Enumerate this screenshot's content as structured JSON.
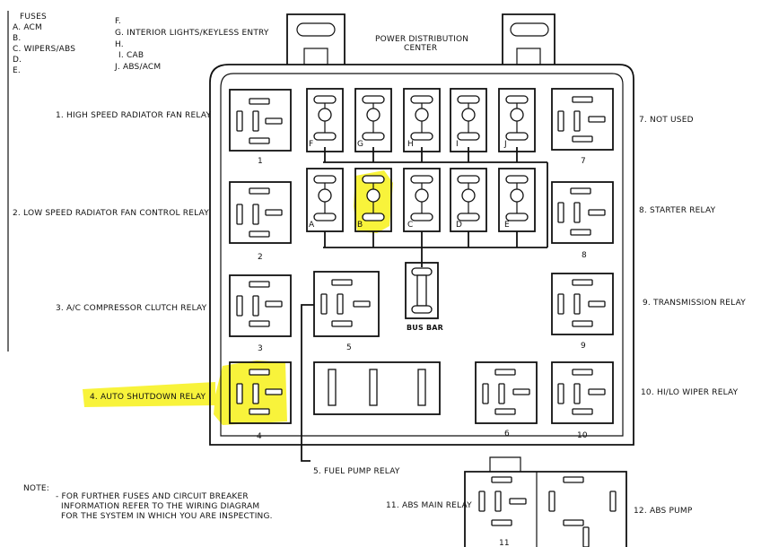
{
  "header": {
    "center_title_line1": "POWER DISTRIBUTION",
    "center_title_line2": "CENTER"
  },
  "fuses": {
    "title": "FUSES",
    "left": [
      "A. ACM",
      "B.",
      "C. WIPERS/ABS",
      "D.",
      "E."
    ],
    "right": [
      "F.",
      "G. INTERIOR LIGHTS/KEYLESS ENTRY",
      "H.",
      "I. CAB",
      "J. ABS/ACM"
    ]
  },
  "fuse_letters": {
    "top": [
      "F",
      "G",
      "H",
      "I",
      "J"
    ],
    "middle": [
      "A",
      "B",
      "C",
      "D",
      "E"
    ]
  },
  "relay_numbers": [
    "1",
    "2",
    "3",
    "4",
    "5",
    "6",
    "7",
    "8",
    "9",
    "10",
    "11"
  ],
  "relay_labels": {
    "r1": "1. HIGH SPEED RADIATOR FAN RELAY",
    "r2": "2. LOW SPEED RADIATOR FAN CONTROL RELAY",
    "r3": "3. A/C COMPRESSOR CLUTCH RELAY",
    "r4": "4. AUTO SHUTDOWN RELAY",
    "r5": "5. FUEL PUMP RELAY",
    "r7": "7. NOT USED",
    "r8": "8. STARTER RELAY",
    "r9": "9. TRANSMISSION RELAY",
    "r10": "10. HI/LO WIPER RELAY",
    "r11": "11. ABS MAIN RELAY",
    "r12": "12.  ABS PUMP"
  },
  "bus_bar": "BUS BAR",
  "note": {
    "title": "NOTE:",
    "lines": [
      "- FOR FURTHER FUSES AND CIRCUIT BREAKER",
      "INFORMATION REFER TO THE WIRING DIAGRAM",
      "FOR THE SYSTEM IN WHICH YOU ARE INSPECTING."
    ]
  },
  "highlight_color": "#f7f22a",
  "highlighted": [
    "fuse B",
    "4. AUTO SHUTDOWN RELAY"
  ]
}
